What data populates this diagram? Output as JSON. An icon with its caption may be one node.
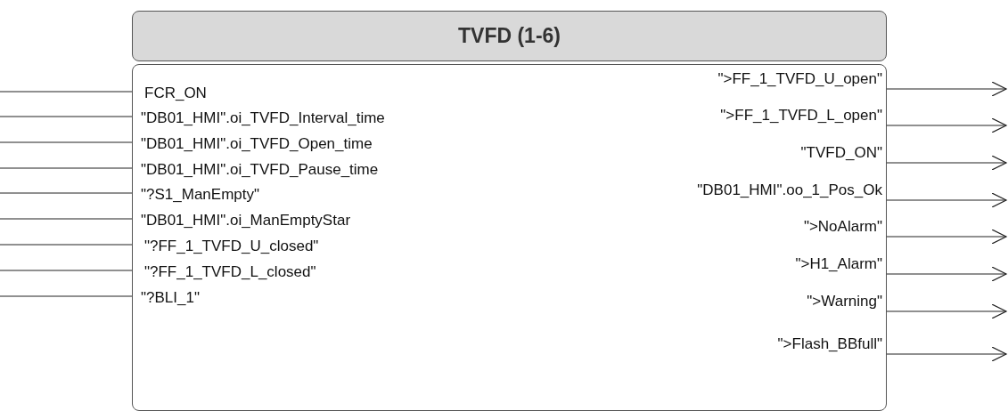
{
  "diagram": {
    "nodes": [
      {
        "text": [
          "TVFD (1-6)"
        ]
      },
      {
        "text": [
          "FCR_ON"
        ],
        "in": 0
      },
      {
        "text": [
          "\"DB01_HMI\".oi_TVFD_Interval_time"
        ],
        "in": 0
      },
      {
        "text": [
          "\"DB01_HMI\".oi_TVFD_Open_time"
        ],
        "in": 0
      },
      {
        "text": [
          "\"DB01_HMI\".oi_TVFD_Pause_time"
        ],
        "in": 0
      },
      {
        "text": [
          "\"?S1_ManEmpty\""
        ],
        "in": 0
      },
      {
        "text": [
          "\"DB01_HMI\".oi_ManEmptyStar"
        ],
        "in": 0
      },
      {
        "text": [
          "\"?FF_1_TVFD_U_closed\""
        ],
        "in": 0
      },
      {
        "text": [
          "\"?FF_1_TVFD_L_closed\""
        ],
        "in": 0
      },
      {
        "text": [
          "\"?BLI_1\""
        ],
        "in": 0
      },
      {
        "text": [
          "\">FF_1_TVFD_U_open\""
        ],
        "in": 0
      },
      {
        "text": [
          "\">FF_1_TVFD_L_open\""
        ],
        "in": 0
      },
      {
        "text": [
          "\"TVFD_ON\""
        ],
        "in": 0
      },
      {
        "text": [
          "\"DB01_HMI\".oo_1_Pos_Ok"
        ],
        "in": 0
      },
      {
        "text": [
          "\">NoAlarm\""
        ],
        "in": 0
      },
      {
        "text": [
          "\">H1_Alarm\""
        ],
        "in": 0
      },
      {
        "text": [
          "\">Warning\""
        ],
        "in": 0
      },
      {
        "text": [
          "\">Flash_BBfull\""
        ],
        "in": 0
      }
    ],
    "edges": [
      {
        "from": null,
        "to": 1,
        "arrow": "none"
      },
      {
        "from": null,
        "to": 2,
        "arrow": "none"
      },
      {
        "from": null,
        "to": 3,
        "arrow": "none"
      },
      {
        "from": null,
        "to": 4,
        "arrow": "none"
      },
      {
        "from": null,
        "to": 5,
        "arrow": "none"
      },
      {
        "from": null,
        "to": 6,
        "arrow": "none"
      },
      {
        "from": null,
        "to": 7,
        "arrow": "none"
      },
      {
        "from": null,
        "to": 8,
        "arrow": "none"
      },
      {
        "from": null,
        "to": 9,
        "arrow": "none"
      },
      {
        "from": 10,
        "to": null,
        "arrow": "to"
      },
      {
        "from": 11,
        "to": null,
        "arrow": "to"
      },
      {
        "from": 12,
        "to": null,
        "arrow": "to"
      },
      {
        "from": 13,
        "to": null,
        "arrow": "to"
      },
      {
        "from": 14,
        "to": null,
        "arrow": "to"
      },
      {
        "from": 15,
        "to": null,
        "arrow": "to"
      },
      {
        "from": 16,
        "to": null,
        "arrow": "to"
      },
      {
        "from": 17,
        "to": null,
        "arrow": "to"
      }
    ]
  }
}
